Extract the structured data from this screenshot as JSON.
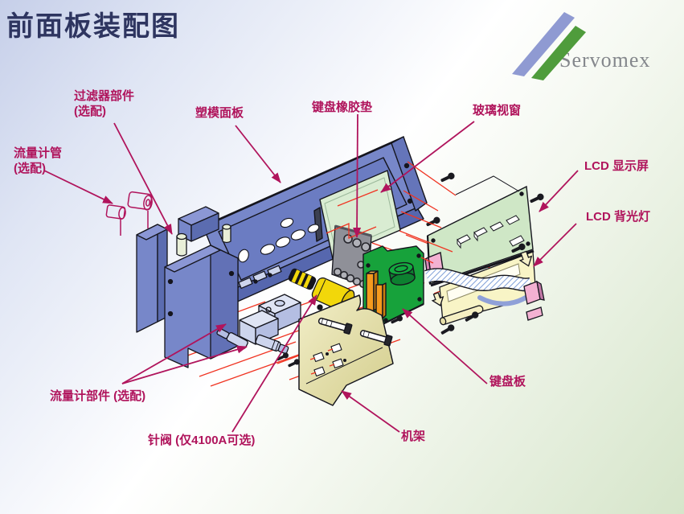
{
  "title": "前面板装配图",
  "logo": {
    "brand": "Servomex"
  },
  "callouts": {
    "filter": {
      "line1": "过滤器部件",
      "line2": "(选配)"
    },
    "flow_tube": {
      "line1": "流量计管",
      "line2": "(选配)"
    },
    "mold_panel": {
      "text": "塑模面板"
    },
    "keypad_rubber": {
      "text": "键盘橡胶垫"
    },
    "glass_window": {
      "text": "玻璃视窗"
    },
    "lcd_display": {
      "text": "LCD 显示屏"
    },
    "lcd_backlight": {
      "text": "LCD  背光灯"
    },
    "keyboard_board": {
      "text": "键盘板"
    },
    "chassis": {
      "text": "机架"
    },
    "flowmeter_parts": {
      "text": "流量计部件 (选配)"
    },
    "needle_valve": {
      "text": "针阀 (仅4100A可选)"
    }
  },
  "colors": {
    "title_navy": "#2e3560",
    "callout_crimson": "#b0145c",
    "explode_red": "#f03422",
    "panel_blue": "#7787c9",
    "pcb_green": "#17a23b",
    "lcd_board_green": "#cfe7c6",
    "backlight_cream": "#f8f4c6",
    "chassis_khaki": "#e8e4b0",
    "valve_yellow": "#f2d70a",
    "keypad_gray": "#8f9098",
    "logo_blue": "#8f9ad2",
    "logo_green": "#4f9c3c",
    "logo_gray": "#84878c"
  }
}
